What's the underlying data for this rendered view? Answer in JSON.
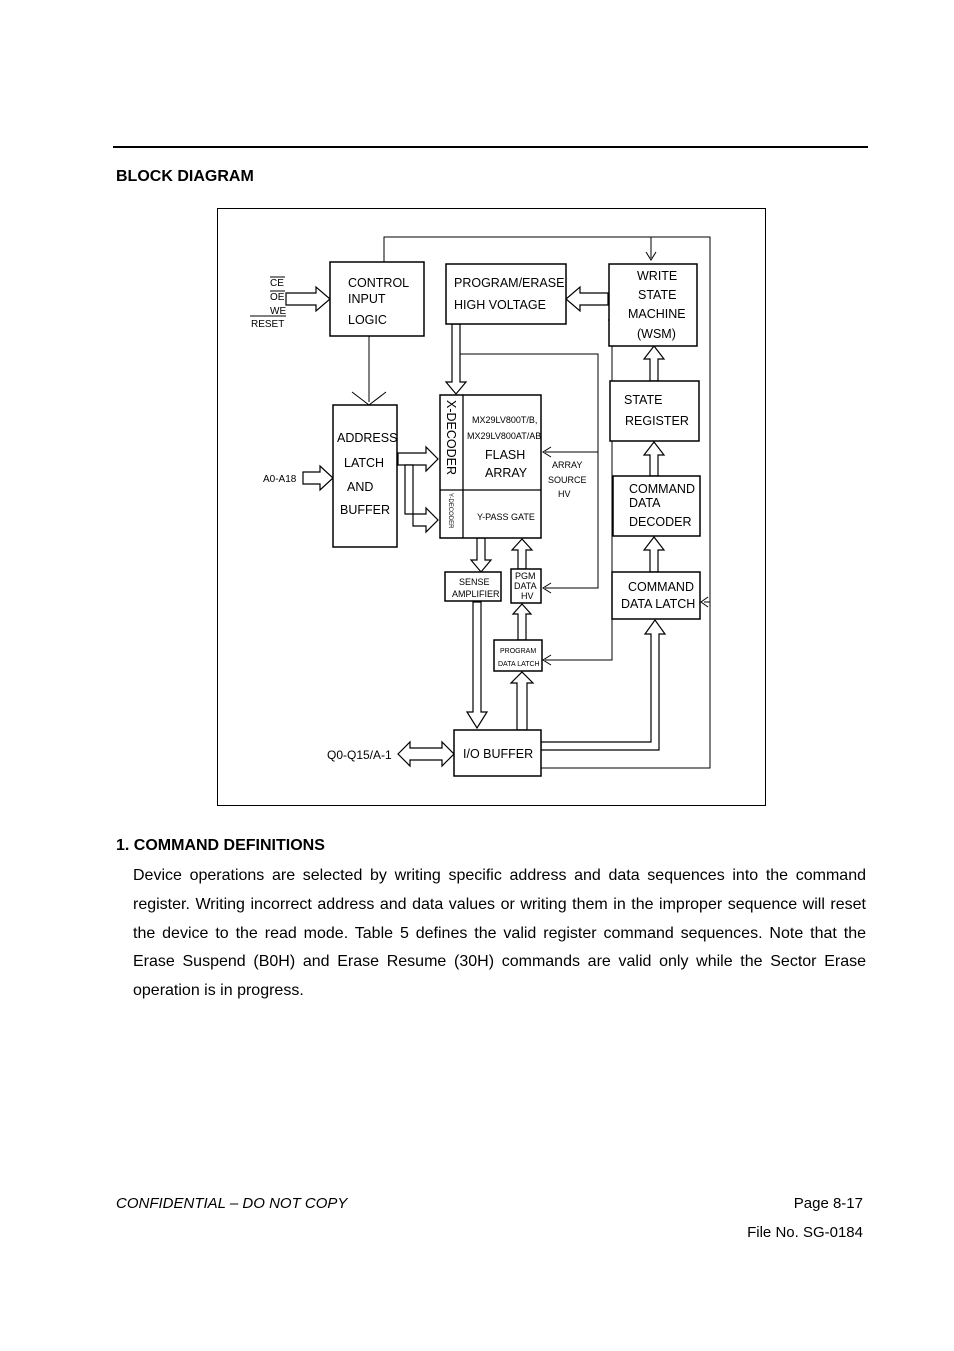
{
  "header": {
    "section_title": "BLOCK DIAGRAM"
  },
  "diagram": {
    "signals_left": {
      "ce": "CE",
      "oe": "OE",
      "we": "WE",
      "reset": "RESET",
      "address": "A0-A18",
      "data_io": "Q0-Q15/A-1"
    },
    "control_logic": [
      "CONTROL",
      "INPUT",
      "LOGIC"
    ],
    "program_erase": [
      "PROGRAM/ERASE",
      "HIGH VOLTAGE"
    ],
    "write_state_machine": [
      "WRITE",
      "STATE",
      "MACHINE",
      "(WSM)"
    ],
    "state_register": [
      "STATE",
      "REGISTER"
    ],
    "command_data_decoder": [
      "COMMAND",
      "DATA",
      "DECODER"
    ],
    "command_data_latch": [
      "COMMAND",
      "DATA LATCH"
    ],
    "address_latch": [
      "ADDRESS",
      "LATCH",
      "AND",
      "BUFFER"
    ],
    "x_decoder": "X-DECODER",
    "y_decoder": "Y-DECODER",
    "flash_array": [
      "MX29LV800T/B,",
      "MX29LV800AT/AB",
      "FLASH",
      "ARRAY"
    ],
    "y_pass_gate": "Y-PASS GATE",
    "array_source": [
      "ARRAY",
      "SOURCE",
      "HV"
    ],
    "sense_amplifier": [
      "SENSE",
      "AMPLIFIER"
    ],
    "pgm_data_hv": [
      "PGM",
      "DATA",
      "HV"
    ],
    "program_data_latch": [
      "PROGRAM",
      "DATA LATCH"
    ],
    "io_buffer": "I/O BUFFER"
  },
  "section": {
    "heading": "1. COMMAND DEFINITIONS",
    "paragraph": "Device operations are selected by writing specific address and data sequences into the command register. Writing incorrect address and data values or writing them in the improper sequence will reset the device to the read mode. Table 5 defines the valid register command sequences. Note that the Erase Suspend (B0H) and Erase Resume (30H) commands are valid only while the Sector Erase operation is in progress."
  },
  "footer": {
    "confidential": "CONFIDENTIAL – DO NOT COPY",
    "page": "Page  8-17",
    "file_no": "File  No.  SG-0184"
  }
}
